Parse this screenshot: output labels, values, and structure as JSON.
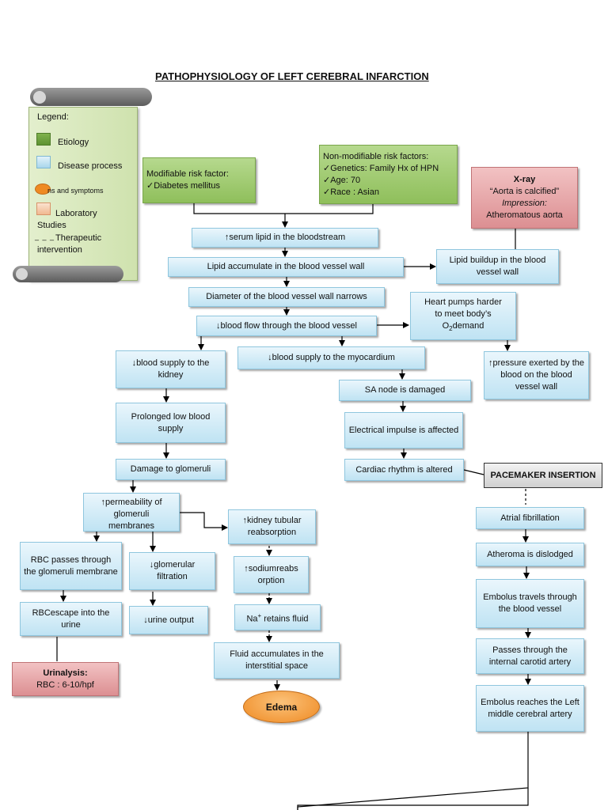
{
  "title": "PATHOPHYSIOLOGY OF LEFT CEREBRAL INFARCTION",
  "legend": {
    "heading": "Legend:",
    "etiology": "Etiology",
    "disease_process": "Disease process",
    "signs": "ns and symptoms",
    "lab_line1": "Laboratory",
    "lab_line2": "Studies",
    "dash": "_ _ _",
    "therapeutic_line1": "Therapeutic",
    "therapeutic_line2": "intervention"
  },
  "modifiable": {
    "heading": "Modifiable risk factor:",
    "items": [
      "Diabetes mellitus"
    ]
  },
  "non_modifiable": {
    "heading": "Non-modifiable risk factors:",
    "items": [
      "Genetics: Family Hx of HPN",
      "Age: 70",
      "Race : Asian"
    ]
  },
  "xray": {
    "heading": "X-ray",
    "quote": "“Aorta is calcified”",
    "impression_label": "Impression:",
    "impression": "Atheromatous aorta"
  },
  "nodes": {
    "serum_lipid": "↑serum  lipid in the bloodstream",
    "lipid_accumulate": "Lipid accumulate in the blood vessel wall",
    "lipid_buildup": "Lipid buildup in the blood vessel wall",
    "diameter": "Diameter of the blood vessel wall narrows",
    "heart_pumps_1": "Heart pumps harder",
    "heart_pumps_2": "to meet body’s",
    "heart_pumps_3a": "O",
    "heart_pumps_3sub": "2",
    "heart_pumps_3b": "demand",
    "blood_flow": "↓blood flow through the blood vessel",
    "pressure": "↑pressure exerted by the blood on the blood vessel wall",
    "supply_kidney": "↓blood supply to the kidney",
    "supply_myocardium": "↓blood supply to the myocardium",
    "sa_node": "SA node is damaged",
    "prolonged": "Prolonged low blood supply",
    "electrical": "Electrical impulse is affected",
    "damage_glomeruli": "Damage to glomeruli",
    "cardiac_rhythm": "Cardiac rhythm is altered",
    "pacemaker": "PACEMAKER INSERTION",
    "permeability_1": "↑permeability of",
    "permeability_2": "glomeruli",
    "permeability_3": "membranes",
    "tubular": "↑kidney tubular reabsorption",
    "atrial_fib": "Atrial fibrillation",
    "rbc_passes": "RBC passes through the glomeruli membrane",
    "glomerular_filtration": "↓glomerular filtration",
    "sodium_1": "↑sodiumreabs",
    "sodium_2": "orption",
    "atheroma": "Atheroma is dislodged",
    "rbc_escape": "RBCescape into the urine",
    "urine_output": "↓urine output",
    "na_a": "Na",
    "na_sup": "+",
    "na_b": " retains fluid",
    "embolus_travels": "Embolus travels through the blood vessel",
    "fluid_accumulates": "Fluid accumulates in the interstitial space",
    "passes_carotid": "Passes through the internal carotid artery",
    "edema": "Edema",
    "embolus_reaches": "Embolus reaches the Left middle cerebral artery",
    "urinalysis_heading": "Urinalysis:",
    "urinalysis_value": "RBC : 6-10/hpf"
  },
  "colors": {
    "etiology": "#8fbf5b",
    "disease_process": "#bfe3f3",
    "signs_symptoms": "#ef8a22",
    "laboratory": "#f4c9a8",
    "lab_box": "#dc8f92",
    "intervention": "#d0d0d0"
  }
}
